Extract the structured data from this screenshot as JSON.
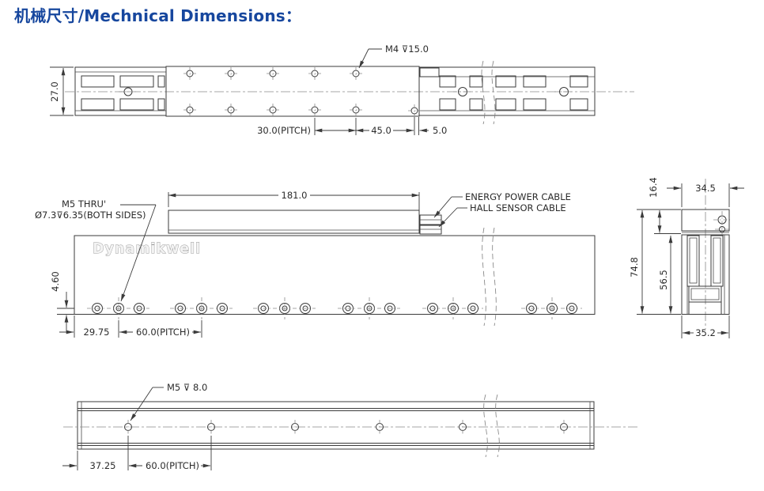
{
  "title": "机械尺寸/Mechnical Dimensions：",
  "watermark": "Dynamikwell",
  "top_view": {
    "height": "27.0",
    "thread_label": "M4 ⊽15.0",
    "hole_pitch": "30.0(PITCH)",
    "end_offset": "45.0",
    "edge_gap": "5.0"
  },
  "side_view": {
    "forcer_length": "181.0",
    "mount_hole_line1": "M5 THRU'",
    "mount_hole_line2": "Ø7.3⊽6.35(BOTH SIDES)",
    "cable1": "ENERGY POWER CABLE",
    "cable2": "HALL SENSOR CABLE",
    "hole_height": "4.60",
    "first_hole_offset": "29.75",
    "hole_pitch": "60.0(PITCH)"
  },
  "end_view": {
    "forcer_height": "16.4",
    "forcer_width": "34.5",
    "total_height": "74.8",
    "stator_height": "56.5",
    "stator_width": "35.2"
  },
  "bottom_view": {
    "thread_label": "M5 ⊽ 8.0",
    "first_hole_offset": "37.25",
    "hole_pitch": "60.0(PITCH)"
  }
}
